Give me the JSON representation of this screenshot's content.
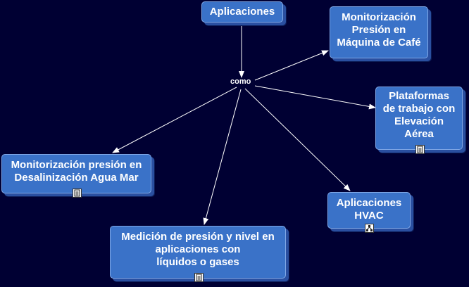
{
  "concept_map": {
    "root": "Aplicaciones",
    "linking_phrase": "como",
    "concepts": [
      {
        "id": "cafe",
        "label": "Monitorización\nPresión en\nMáquina de Café",
        "icon": ""
      },
      {
        "id": "plataformas",
        "label": "Plataformas\nde trabajo con\nElevación\nAérea",
        "icon": "document-icon"
      },
      {
        "id": "desalinizacion",
        "label": "Monitorización presión en\nDesalinización Agua Mar",
        "icon": "document-icon"
      },
      {
        "id": "hvac",
        "label": "Aplicaciones\nHVAC",
        "icon": "concept-map-icon"
      },
      {
        "id": "medicion",
        "label": "Medición de presión y nivel en\naplicaciones con\nlíquidos o gases",
        "icon": "document-icon"
      }
    ]
  },
  "colors": {
    "background": "#000033",
    "node_fill": "#3a72c8",
    "node_shadow": "#2a4fa0",
    "edge": "#ffffff",
    "text": "#ffffff"
  }
}
